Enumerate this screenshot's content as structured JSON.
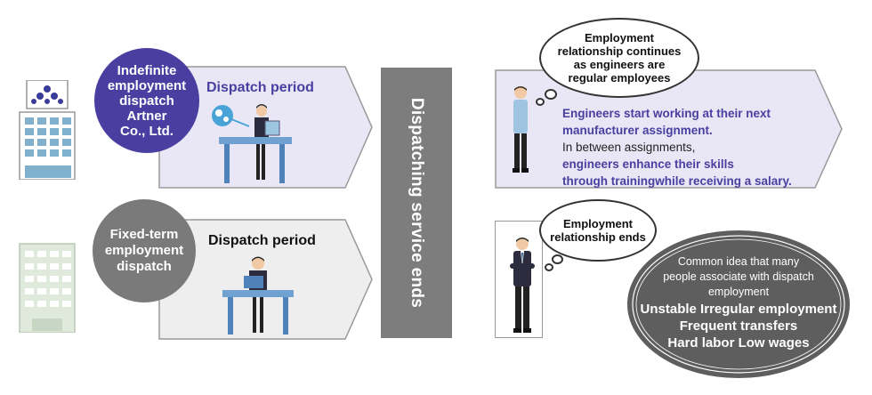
{
  "upper_label": {
    "lines": [
      "Indefinite",
      "employment",
      "dispatch",
      "Artner",
      "Co., Ltd."
    ],
    "color": "#4a3fa0"
  },
  "lower_label": {
    "lines": [
      "Fixed-term",
      "employment",
      "dispatch"
    ],
    "color": "#7a7a7a"
  },
  "upper_period": {
    "title": "Dispatch period",
    "fill": "#e9e7f6",
    "title_color": "#4a3fa0"
  },
  "lower_period": {
    "title": "Dispatch period",
    "fill": "#eeeeee",
    "title_color": "#111111"
  },
  "center_bar": {
    "text": "Dispatching service ends",
    "color": "#7d7d7d"
  },
  "upper_bubble": {
    "lines": [
      "Employment",
      "relationship continues",
      "as engineers are",
      "regular employees"
    ]
  },
  "lower_bubble": {
    "lines": [
      "Employment",
      "relationship ends"
    ]
  },
  "upper_result": {
    "line1": "Engineers start working at their next",
    "line2": "manufacturer assignment.",
    "line3": "In between assignments,",
    "line4": "engineers enhance their skills",
    "line5": "through trainingwhile receiving a salary."
  },
  "lower_result": {
    "intro_lines": [
      "Common idea that many",
      "people associate with dispatch",
      "employment"
    ],
    "bold_lines": [
      "Unstable Irregular employment",
      "Frequent transfers",
      "Hard labor Low wages"
    ]
  }
}
